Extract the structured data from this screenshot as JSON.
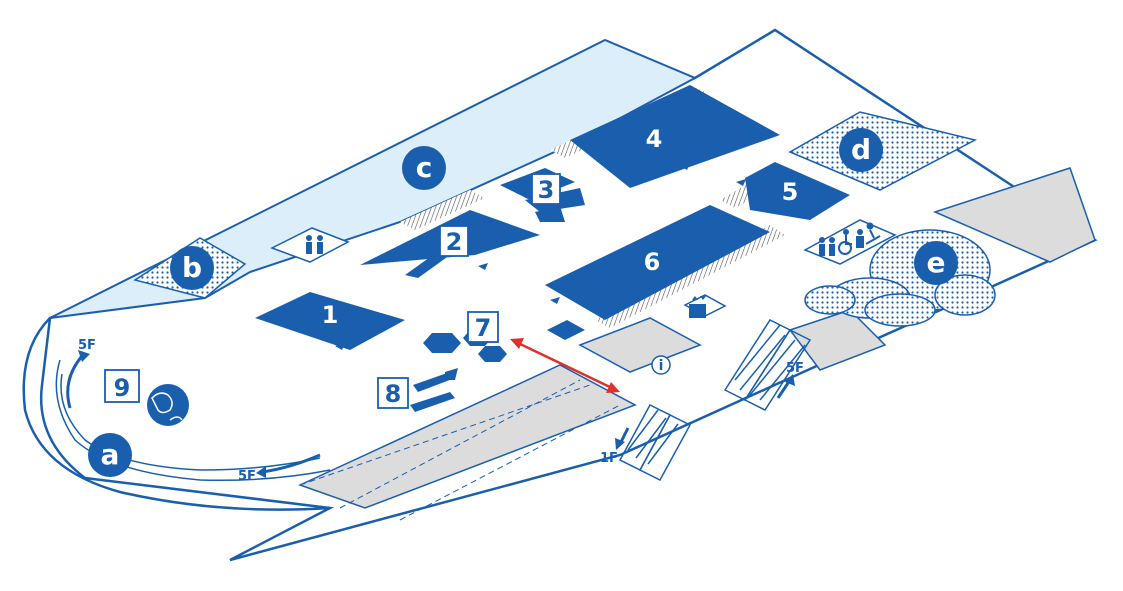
{
  "colors": {
    "line": "#1a5fae",
    "exhibit": "#1a5fae",
    "corridor": "#dceef9",
    "grey": "#dcdcdc",
    "arrow": "#e0302c",
    "white": "#ffffff"
  },
  "exhibits": {
    "e1": "1",
    "e2": "2",
    "e3": "3",
    "e4": "4",
    "e5": "5",
    "e6": "6",
    "e7": "7",
    "e8": "8",
    "e9": "9"
  },
  "zones": {
    "a": "a",
    "b": "b",
    "c": "c",
    "d": "d",
    "e": "e"
  },
  "floor_labels": {
    "up_left": "5F",
    "down_bottom": "5F",
    "escalator_up": "5F",
    "escalator_down": "1F"
  },
  "icons": {
    "restroom_left": "restroom-icon",
    "restroom_right": "restroom-icon",
    "accessible": "wheelchair-icon",
    "nursing": "nursing-room-icon",
    "elevator": "elevator-icon",
    "information": "information-icon",
    "globe": "globe-icon"
  },
  "info_glyph": "i"
}
